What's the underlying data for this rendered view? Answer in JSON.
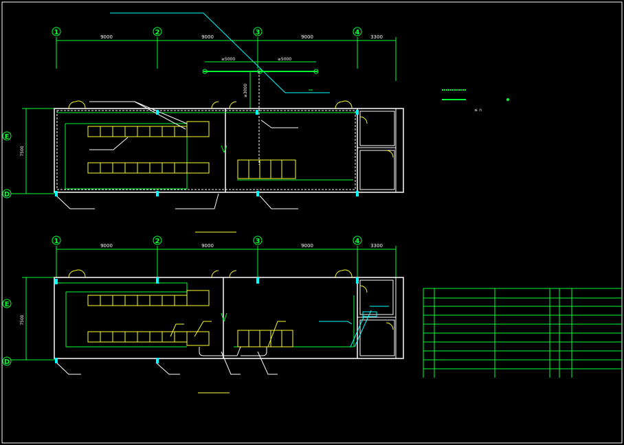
{
  "colors": {
    "background": "#000000",
    "wall": "#ffffff",
    "grid_axis": "#00ff33",
    "pipe": "#00ff33",
    "equipment": "#ffff33",
    "leader": "#00ffff"
  },
  "axes_columns": [
    "1",
    "2",
    "3",
    "4"
  ],
  "axes_rows": [
    "E",
    "D"
  ],
  "top_plan": {
    "spacings": [
      "9000",
      "9000",
      "9000",
      "3300"
    ],
    "height_dim": "7500",
    "pipe_dim_left": "≥5000",
    "pipe_dim_right": "≥5000",
    "pipe_dim_vertical": "≥3000"
  },
  "bottom_plan": {
    "spacings": [
      "9000",
      "9000",
      "9000",
      "3300"
    ],
    "height_dim": "7500"
  },
  "legend": {
    "symbol_text": "≤ ∩"
  }
}
